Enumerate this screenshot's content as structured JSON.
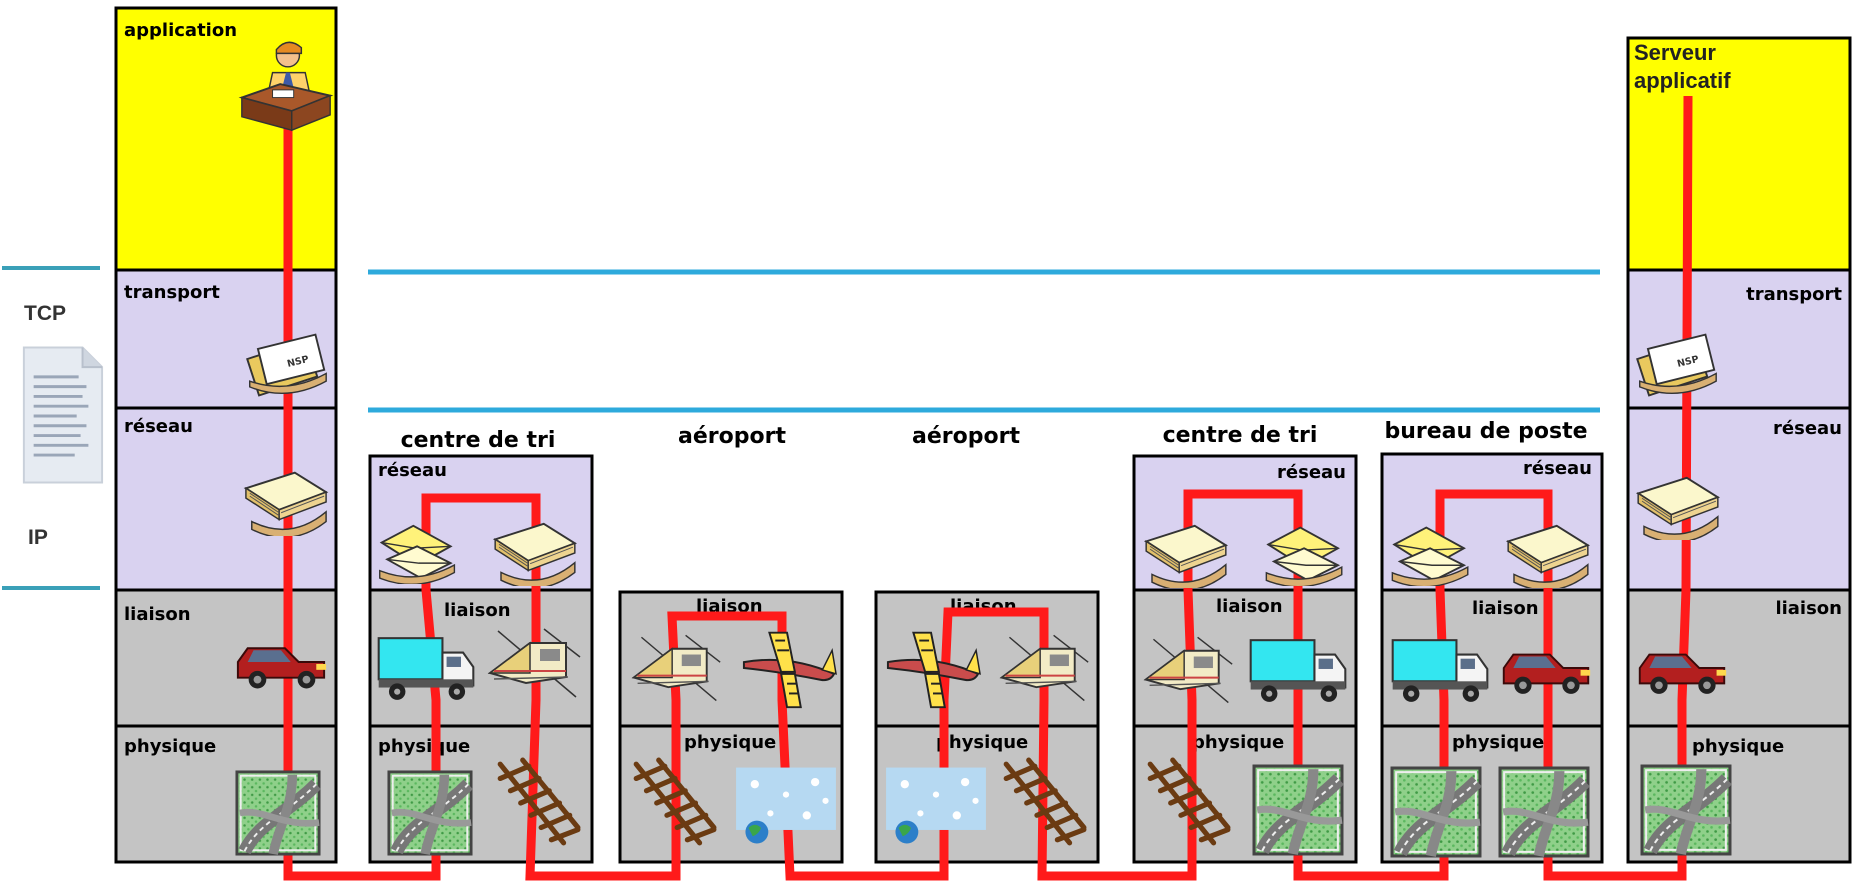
{
  "side_labels": {
    "tcp": "TCP",
    "ip": "IP"
  },
  "client": {
    "application": "application",
    "transport": "transport",
    "reseau": "réseau",
    "liaison": "liaison",
    "physique": "physique"
  },
  "server": {
    "title_line1": "Serveur",
    "title_line2": "applicatif",
    "transport": "transport",
    "reseau": "réseau",
    "liaison": "liaison",
    "physique": "physique"
  },
  "nodes": [
    {
      "title": "centre de tri",
      "reseau": "réseau",
      "liaison": "liaison",
      "physique": "physique"
    },
    {
      "title": "aéroport",
      "liaison": "liaison",
      "physique": "physique"
    },
    {
      "title": "aéroport",
      "liaison": "liaison",
      "physique": "physique"
    },
    {
      "title": "centre de tri",
      "reseau": "réseau",
      "liaison": "liaison",
      "physique": "physique"
    },
    {
      "title": "bureau de poste",
      "reseau": "réseau",
      "liaison": "liaison",
      "physique": "physique"
    }
  ],
  "colors": {
    "application": "#ffff00",
    "violet": "#d9d2f0",
    "grey": "#c4c4c4",
    "route": "#ff1a1a",
    "rule": "#2eaadc",
    "side_rule": "#3aa0b8"
  }
}
